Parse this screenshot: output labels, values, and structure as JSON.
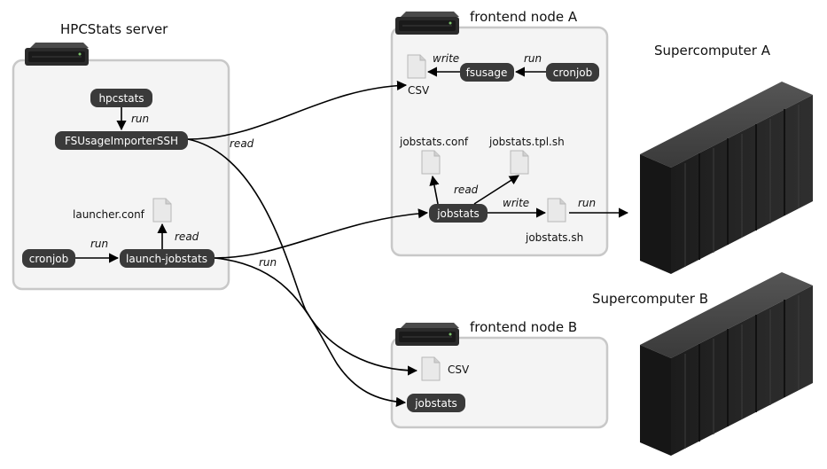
{
  "hpcstats_server": {
    "title": "HPCStats server",
    "nodes": {
      "hpcstats": "hpcstats",
      "fsusage_importer": "FSUsageImporterSSH",
      "cronjob": "cronjob",
      "launch_jobstats": "launch-jobstats"
    },
    "files": {
      "launcher_conf": "launcher.conf"
    }
  },
  "frontend_a": {
    "title": "frontend node A",
    "nodes": {
      "fsusage": "fsusage",
      "cronjob": "cronjob",
      "jobstats": "jobstats"
    },
    "files": {
      "csv": "CSV",
      "jobstats_conf": "jobstats.conf",
      "jobstats_tpl": "jobstats.tpl.sh",
      "jobstats_sh": "jobstats.sh"
    }
  },
  "frontend_b": {
    "title": "frontend node B",
    "nodes": {
      "jobstats": "jobstats"
    },
    "files": {
      "csv": "CSV"
    }
  },
  "supercomputer_a": {
    "title": "Supercomputer A"
  },
  "supercomputer_b": {
    "title": "Supercomputer B"
  },
  "edges": {
    "hpcstats_run": "run",
    "launcher_read": "read",
    "cronjob_run": "run",
    "fsusage_write": "write",
    "cronjob_a_run": "run",
    "jobstats_read": "read",
    "jobstats_write": "write",
    "jobstats_sh_run": "run",
    "importer_read": "read",
    "launch_run": "run"
  },
  "colors": {
    "node_fill": "#3a3a3a",
    "container_fill": "#f4f4f4",
    "container_stroke": "#c8c8c8"
  }
}
